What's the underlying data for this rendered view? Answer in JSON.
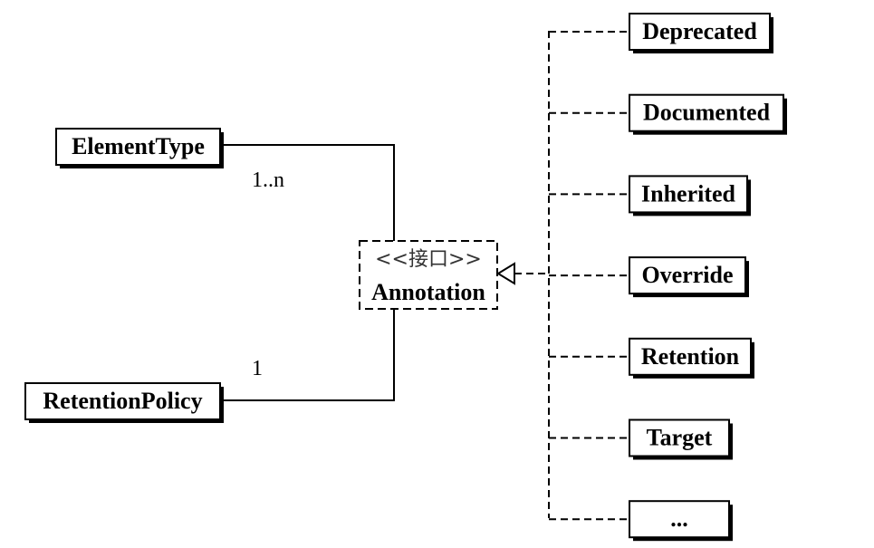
{
  "interface": {
    "stereotype": "<<接口>>",
    "name": "Annotation"
  },
  "left_nodes": [
    {
      "id": "element-type",
      "label": "ElementType",
      "multiplicity": "1..n"
    },
    {
      "id": "retention-policy",
      "label": "RetentionPolicy",
      "multiplicity": "1"
    }
  ],
  "right_nodes": [
    {
      "id": "deprecated",
      "label": "Deprecated"
    },
    {
      "id": "documented",
      "label": "Documented"
    },
    {
      "id": "inherited",
      "label": "Inherited"
    },
    {
      "id": "override",
      "label": "Override"
    },
    {
      "id": "retention",
      "label": "Retention"
    },
    {
      "id": "target",
      "label": "Target"
    },
    {
      "id": "more",
      "label": "..."
    }
  ]
}
